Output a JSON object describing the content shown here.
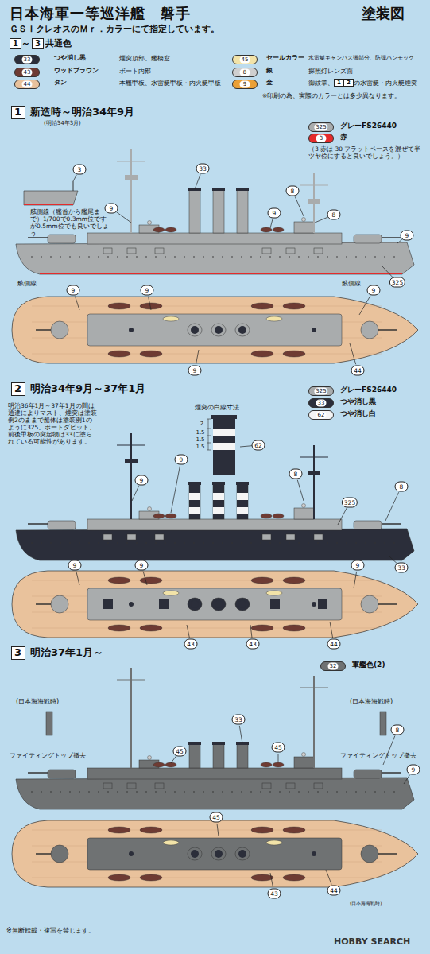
{
  "diagram": {
    "title": "日本海軍一等巡洋艦　磐手",
    "nodes": [
      {
        "text": [
          "1"
        ]
      },
      {
        "text": [
          "3"
        ]
      },
      {
        "text": [
          "1"
        ]
      },
      {
        "text": [
          "2"
        ]
      },
      {
        "text": [
          "1"
        ]
      },
      {
        "text": [
          "2"
        ]
      },
      {
        "text": [
          "3"
        ]
      }
    ],
    "labels": [
      "塗装図",
      "ＧＳＩクレオスのＭｒ．カラーにて指定しています。",
      "～",
      "共通色",
      "33",
      "煙突頂部、艦橋窓",
      "43",
      "ボート内部",
      "44",
      "本艦甲板、水雷艇甲板・内火艇甲板",
      "45",
      "水雷艇キャンバス張部分、防弾ハンモック",
      "8",
      "探照灯レンズ面",
      "9",
      "御紋章、",
      "の水雷艇・内火艇煙突",
      "※印刷の為、実際のカラーとは多少異なります。",
      "新造時～明治34年9月",
      "(明治34年3月)",
      "325",
      "3",
      "（3 赤は 30 フラットベースを混ぜて半ツヤ位にすると良いでしょう。）",
      "3",
      "舷側線（艦首から艦尾まで）1/700で0.3mm位ですが0.5mm位でも良いでしょう",
      "舷側線",
      "舷側線",
      "33",
      "9",
      "9",
      "8",
      "8",
      "9",
      "325",
      "9",
      "9",
      "9",
      "9",
      "44",
      "明治34年9月～37年1月",
      "325",
      "33",
      "62",
      "明治36年1月～37年1月の間は通達によりマスト、煙突は塗装例2のままで船体は塗装例1のように325、ボートダビット、前後甲板の突起物は33に塗られている可能性があります。",
      "煙突の白線寸法",
      "2",
      "1.5",
      "1.5",
      "1.5",
      "62",
      "9",
      "9",
      "8",
      "8",
      "325",
      "33",
      "9",
      "9",
      "9",
      "43",
      "43",
      "44",
      "明治37年1月～",
      "32",
      "(日本海海戦時)",
      "(日本海海戦時)",
      "ファイティングトップ撤去",
      "ファイティングトップ撤去",
      "33",
      "8",
      "45",
      "45",
      "9",
      "45",
      "44",
      "43",
      "(日本海海戦時)",
      "※無断転載・複写を禁じます。",
      "HOBBY SEARCH"
    ],
    "legend": [
      {
        "text": "つや消し黒",
        "color": "#2b2e3a"
      },
      {
        "text": "ウッドブラウン",
        "color": "#6e3b33"
      },
      {
        "text": "タン",
        "color": "#e9c29c"
      },
      {
        "text": "セールカラー",
        "color": "#f2e3a8"
      },
      {
        "text": "銀",
        "color": "#cfcfcf"
      },
      {
        "text": "金",
        "color": "#eba035"
      },
      {
        "text": "グレーFS26440",
        "color": "#a9acad"
      },
      {
        "text": "赤",
        "color": "#e52b2b"
      },
      {
        "text": "グレーFS26440",
        "color": "#a9acad"
      },
      {
        "text": "つや消し黒",
        "color": "#2b2e3a"
      },
      {
        "text": "つや消し白",
        "color": "#f5f5f5"
      },
      {
        "text": "軍艦色(2)",
        "color": "#6f7273"
      }
    ]
  }
}
